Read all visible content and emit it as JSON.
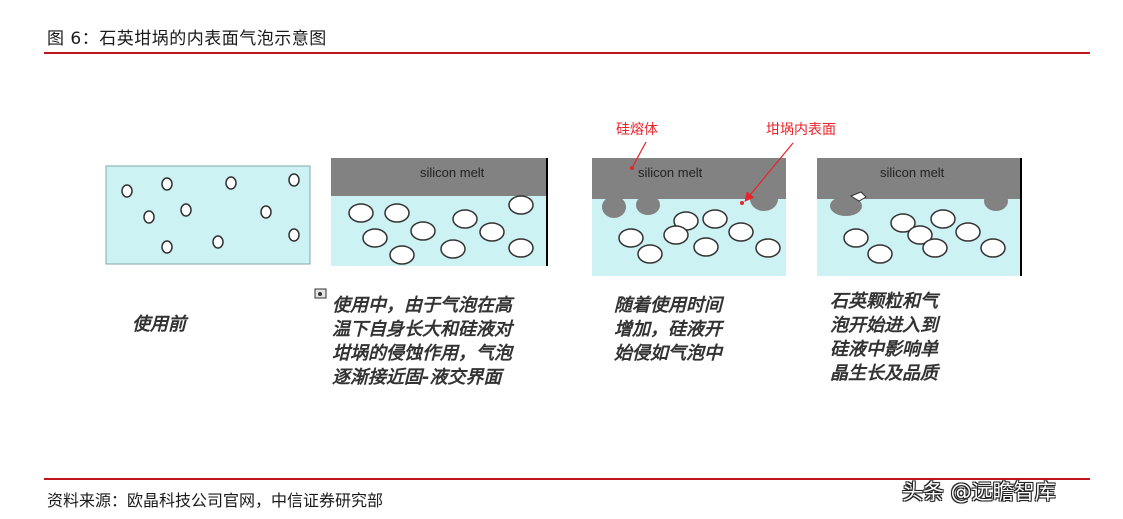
{
  "title": "图 6：石英坩埚的内表面气泡示意图",
  "panels": [
    {
      "melt_label": "",
      "caption": [
        "使用前"
      ]
    },
    {
      "melt_label": "silicon melt",
      "caption": [
        "使用中，由于气泡在高",
        "温下自身长大和硅液对",
        "坩埚的侵蚀作用，气泡",
        "逐渐接近固-液交界面"
      ]
    },
    {
      "melt_label": "silicon melt",
      "caption": [
        "随着使用时间",
        "增加，硅液开",
        "始侵如气泡中"
      ]
    },
    {
      "melt_label": "silicon melt",
      "caption": [
        "石英颗粒和气",
        "泡开始进入到",
        "硅液中影响单",
        "晶生长及品质"
      ]
    }
  ],
  "annotations": {
    "melt_body": "硅熔体",
    "inner_surface": "坩埚内表面"
  },
  "colors": {
    "liquid": "#ccf2f3",
    "melt": "#828282",
    "annotation": "#e8232a",
    "rule": "#c0141b"
  },
  "source": "资料来源：欧晶科技公司官网，中信证券研究部",
  "watermark": "头条 @远瞻智库"
}
